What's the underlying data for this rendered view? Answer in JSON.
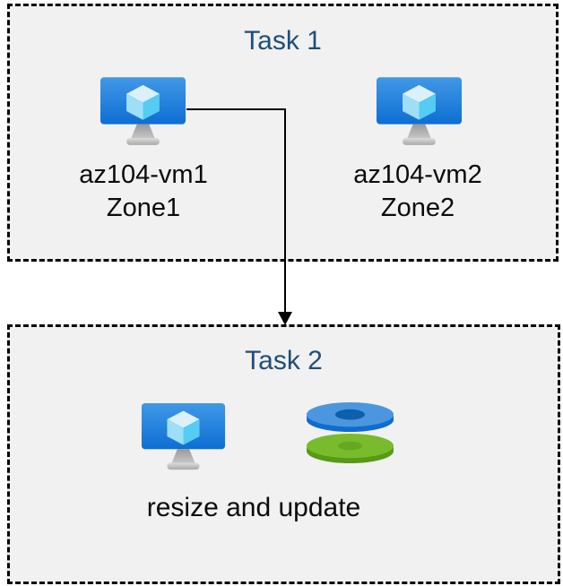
{
  "task1": {
    "title": "Task 1",
    "vms": [
      {
        "name": "az104-vm1",
        "zone": "Zone1",
        "icon": "virtual-machine-icon"
      },
      {
        "name": "az104-vm2",
        "zone": "Zone2",
        "icon": "virtual-machine-icon"
      }
    ]
  },
  "task2": {
    "title": "Task 2",
    "caption": "resize and update",
    "icons": [
      "virtual-machine-icon",
      "disks-icon"
    ]
  },
  "connector": {
    "type": "elbow-arrow",
    "from": "az104-vm1",
    "to": "Task 2"
  },
  "colors": {
    "title_text": "#1E4E79",
    "label_text": "#0B0B0B",
    "box_background": "#F1F1F1",
    "box_border": "#000000",
    "vm_screen_top": "#4198E7",
    "vm_screen_bottom": "#0D6ED2",
    "cube_top": "#DCF0FC",
    "cube_left": "#9FDEF7",
    "cube_right": "#54CCF4",
    "disk_blue_top": "#4B96DF",
    "disk_blue_rim": "#0F6CD0",
    "disk_blue_hole": "#0E5FAC",
    "disk_green_top": "#78BC2E",
    "disk_green_rim": "#579A17",
    "disk_green_hole": "#65A822"
  }
}
